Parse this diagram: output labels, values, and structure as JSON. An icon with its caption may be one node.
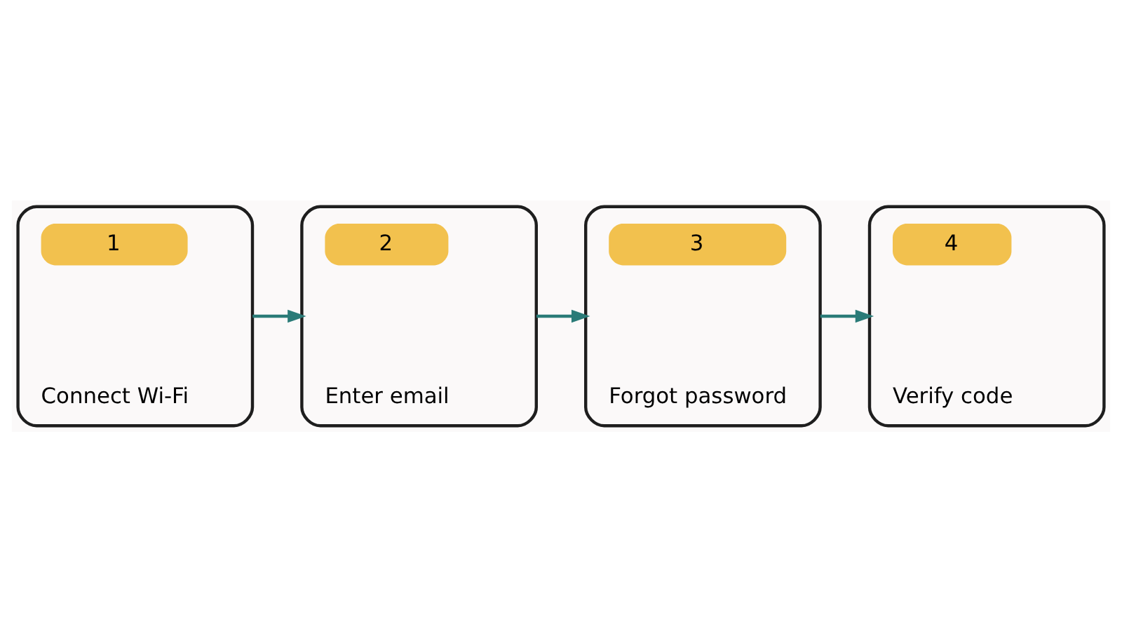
{
  "diagram": {
    "nodes": [
      {
        "text": [
          "1",
          "Connect Wi-Fi"
        ]
      },
      {
        "text": [
          "2",
          "Enter email"
        ]
      },
      {
        "text": [
          "3",
          "Forgot password"
        ]
      },
      {
        "text": [
          "4",
          "Verify code"
        ]
      }
    ],
    "edges": [
      {
        "from": 0,
        "to": 1,
        "arrow": "to"
      },
      {
        "from": 1,
        "to": 2,
        "arrow": "to"
      },
      {
        "from": 2,
        "to": 3,
        "arrow": "to"
      }
    ]
  }
}
